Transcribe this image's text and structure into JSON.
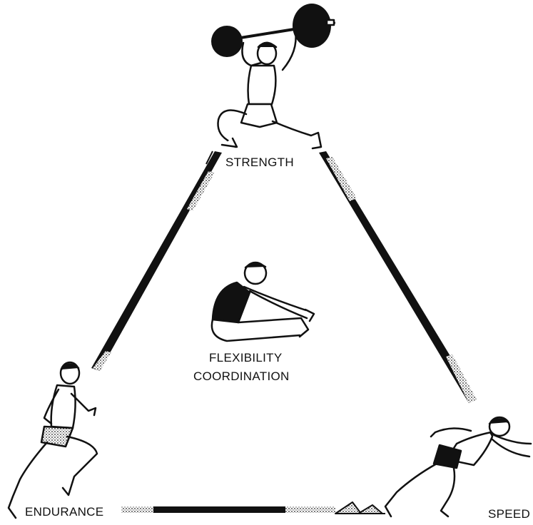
{
  "diagram": {
    "labels": {
      "strength": "STRENGTH",
      "flexibility": "FLEXIBILITY",
      "coordination": "COORDINATION",
      "endurance": "ENDURANCE",
      "speed": "SPEED"
    },
    "figures": {
      "strength": "weightlifter-figure",
      "flexibility": "seated-stretch-figure",
      "endurance": "runner-figure",
      "speed": "sprinter-figure"
    },
    "colors": {
      "ink": "#111111",
      "background": "#ffffff"
    }
  }
}
